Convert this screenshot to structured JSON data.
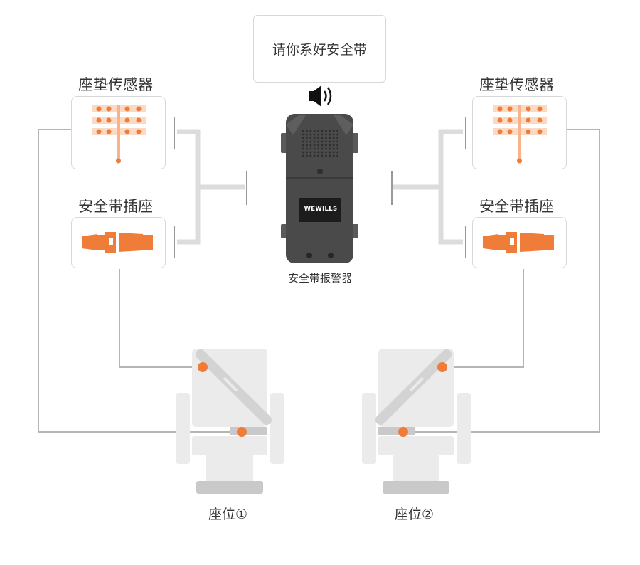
{
  "alert_message": "请你系好安全带",
  "device": {
    "label": "安全带报警器",
    "brand": "WEWILLS",
    "icons": [
      "speaker-icon"
    ]
  },
  "left_panel": {
    "seat_sensor_title": "座垫传感器",
    "buckle_title": "安全带插座"
  },
  "right_panel": {
    "seat_sensor_title": "座垫传感器",
    "buckle_title": "安全带插座"
  },
  "seats": [
    {
      "label": "座位①"
    },
    {
      "label": "座位②"
    }
  ],
  "colors": {
    "accent": "#f07c3a",
    "accent_light": "#f9c8a6",
    "wire": "#b5b5b5",
    "seat": "#ebebeb",
    "seat_dark": "#c9c9c9",
    "device": "#4a4a4a"
  }
}
